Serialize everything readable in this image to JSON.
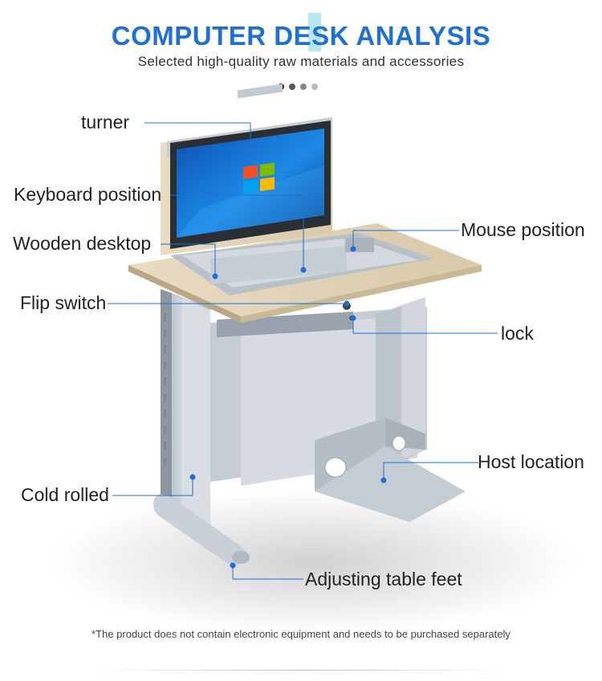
{
  "header": {
    "title": "COMPUTER DESK ANALYSIS",
    "subtitle": "Selected high-quality raw materials and accessories",
    "accent_color": "#1f6fd6"
  },
  "pagination": {
    "dot_colors": [
      "#222222",
      "#555555",
      "#888888",
      "#bbbbbb"
    ]
  },
  "callouts": {
    "turner": "turner",
    "keyboard_position": "Keyboard position",
    "wooden_desktop": "Wooden desktop",
    "flip_switch": "Flip switch",
    "cold_rolled": "Cold rolled",
    "mouse_position": "Mouse position",
    "lock": "lock",
    "host_location": "Host location",
    "adjusting_table_feet": "Adjusting table feet",
    "line_color": "#1f6fd6"
  },
  "footer": {
    "note": "*The product does not contain electronic equipment and needs to be purchased separately"
  },
  "colors": {
    "wood": "#e3d6bd",
    "metal": "#c7ced6",
    "screen_blue": "#1c7fd8"
  }
}
